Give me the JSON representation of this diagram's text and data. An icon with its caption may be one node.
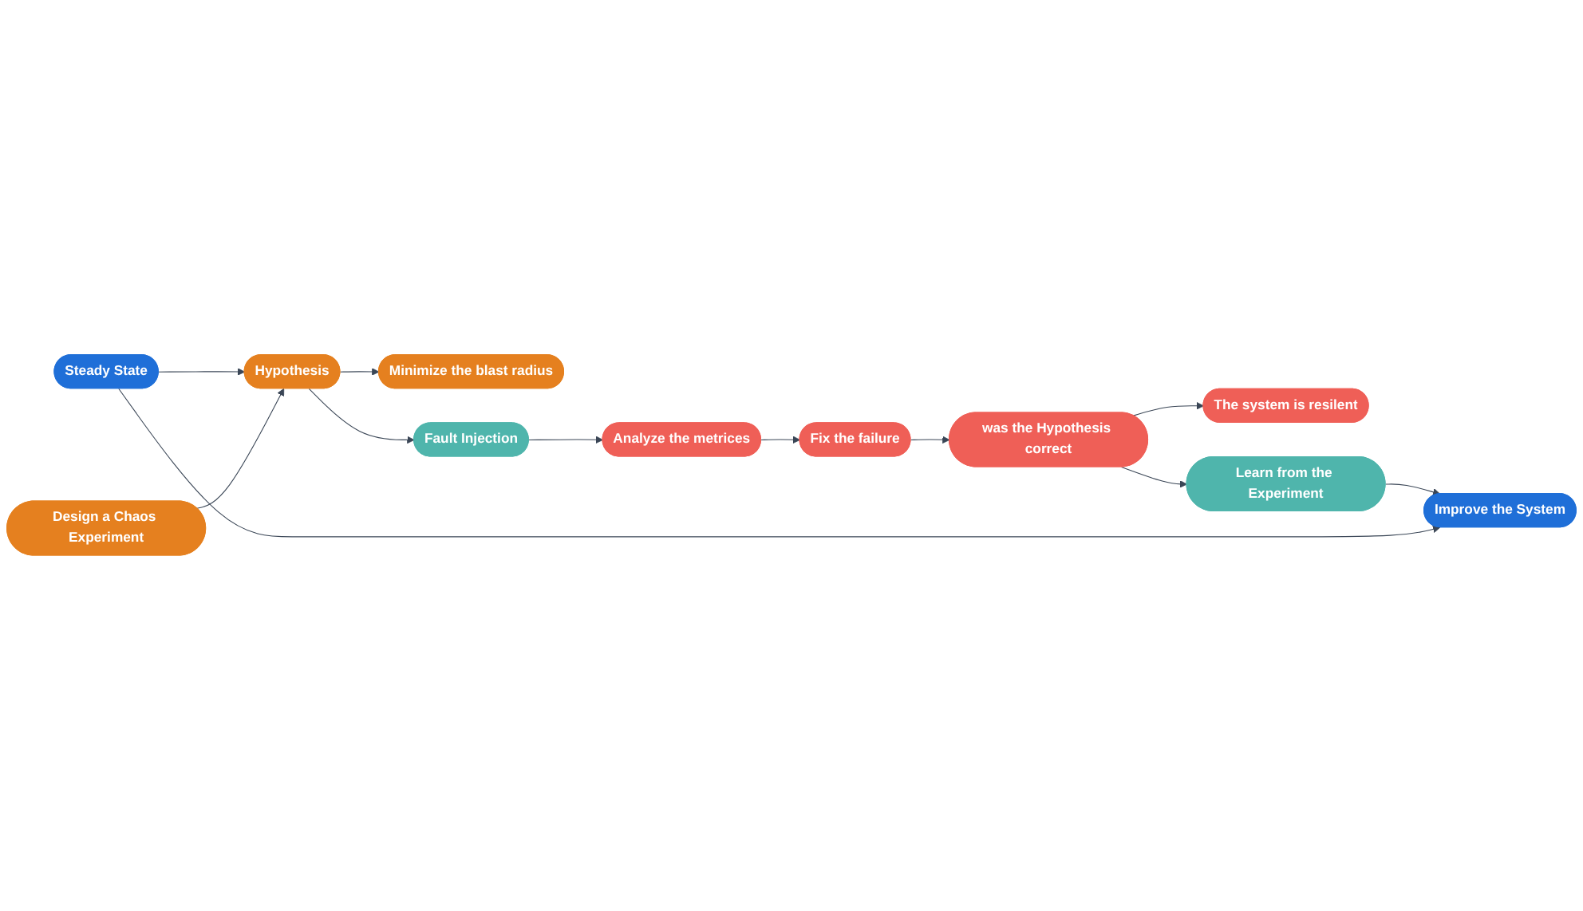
{
  "diagram": {
    "nodes": [
      {
        "text": [
          "Steady State"
        ]
      },
      {
        "text": [
          "Design a Chaos Experiment"
        ]
      },
      {
        "text": [
          "Hypothesis"
        ]
      },
      {
        "text": [
          "Minimize the blast radius"
        ]
      },
      {
        "text": [
          "Fault Injection"
        ]
      },
      {
        "text": [
          "Analyze the metrices"
        ]
      },
      {
        "text": [
          "Fix the failure"
        ]
      },
      {
        "text": [
          "was the Hypothesis correct"
        ]
      },
      {
        "text": [
          "The system is resilent"
        ]
      },
      {
        "text": [
          "Learn from the Experiment"
        ]
      },
      {
        "text": [
          "Improve the System"
        ]
      }
    ],
    "edges": [
      {
        "from": 0,
        "to": 2,
        "arrow": "to"
      },
      {
        "from": 1,
        "to": 2,
        "arrow": "to"
      },
      {
        "from": 2,
        "to": 3,
        "arrow": "to"
      },
      {
        "from": 2,
        "to": 4,
        "arrow": "to"
      },
      {
        "from": 4,
        "to": 5,
        "arrow": "to"
      },
      {
        "from": 5,
        "to": 6,
        "arrow": "to"
      },
      {
        "from": 6,
        "to": 7,
        "arrow": "to"
      },
      {
        "from": 7,
        "to": 8,
        "arrow": "to"
      },
      {
        "from": 7,
        "to": 9,
        "arrow": "to"
      },
      {
        "from": 9,
        "to": 10,
        "arrow": "to"
      },
      {
        "from": 0,
        "to": 10,
        "arrow": "to"
      }
    ]
  }
}
